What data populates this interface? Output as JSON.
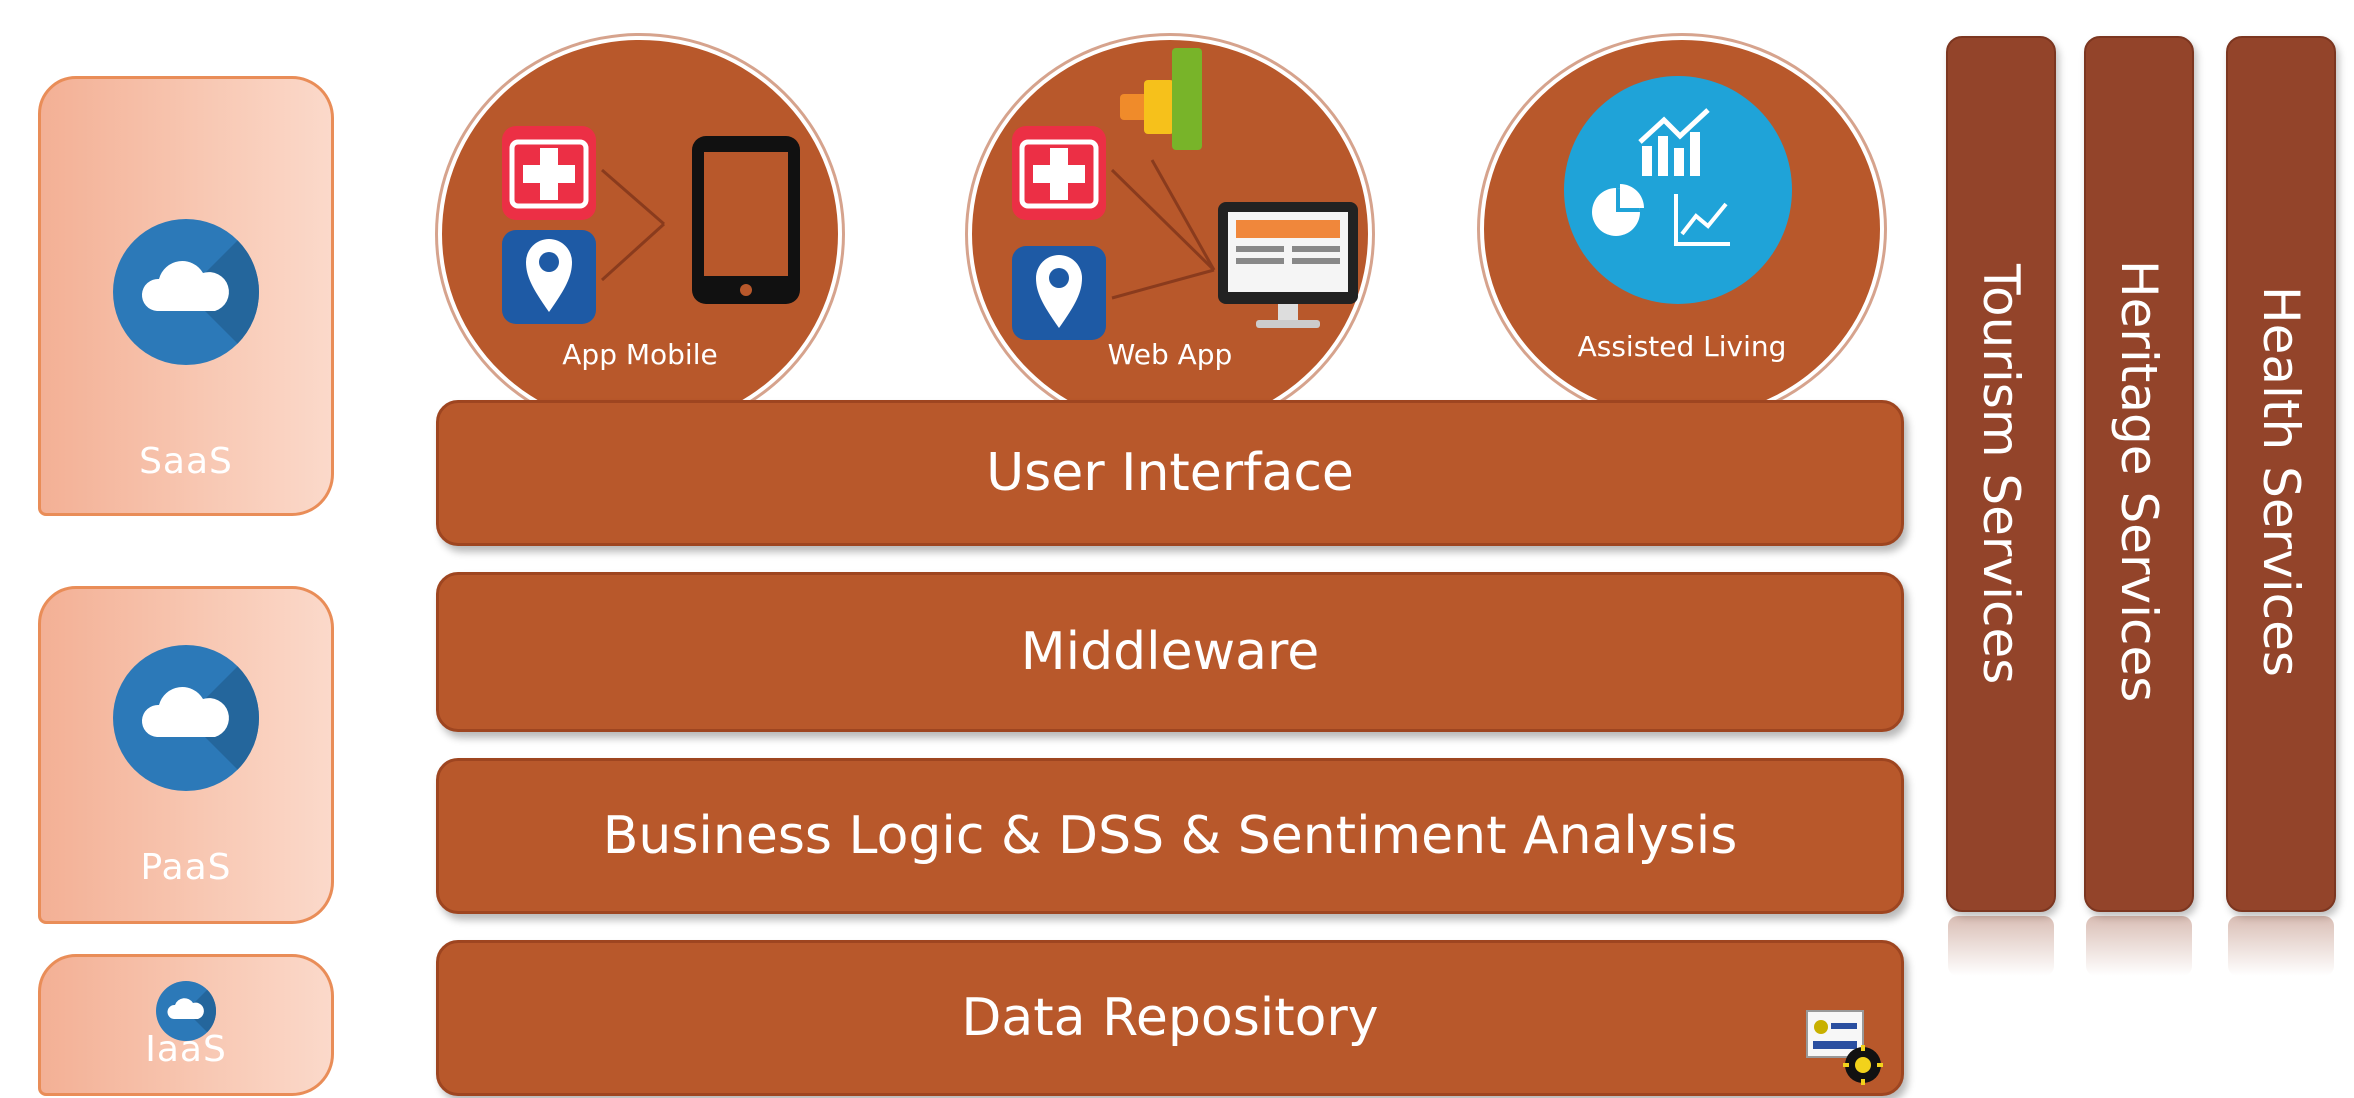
{
  "service_models": [
    {
      "label": "SaaS",
      "icon": "cloud-icon"
    },
    {
      "label": "PaaS",
      "icon": "cloud-icon"
    },
    {
      "label": "IaaS",
      "icon": "cloud-icon"
    }
  ],
  "apps": [
    {
      "label": "App Mobile",
      "icons": [
        "medical-cross-icon",
        "location-pin-icon",
        "smartphone-icon"
      ]
    },
    {
      "label": "Web App",
      "icons": [
        "medical-cross-icon",
        "location-pin-icon",
        "desktop-monitor-icon",
        "bar-chart-icon"
      ]
    },
    {
      "label": "Assisted Living",
      "icons": [
        "analytics-icon"
      ]
    }
  ],
  "layers": [
    {
      "label": "User Interface"
    },
    {
      "label": "Middleware"
    },
    {
      "label": "Business Logic & DSS & Sentiment Analysis"
    },
    {
      "label": "Data Repository"
    }
  ],
  "verticals": [
    {
      "label": "Tourism Services"
    },
    {
      "label": "Heritage Services"
    },
    {
      "label": "Health Services"
    }
  ],
  "colors": {
    "layer": "#b8582b",
    "model_card": "#f8c7b2",
    "pillar": "#93442a",
    "cloud": "#2c79b8",
    "analytics_disc": "#1fa3d8"
  }
}
